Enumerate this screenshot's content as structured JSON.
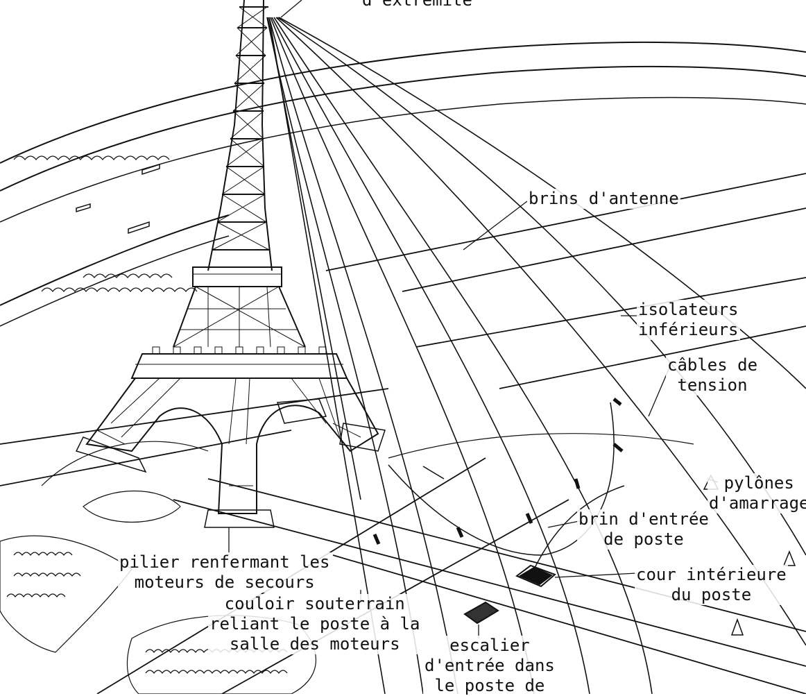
{
  "colors": {
    "ink": "#111111",
    "paper": "#ffffff"
  },
  "labels": {
    "top_cut": "d'extrémité",
    "brins_antenne": "brins d'antenne",
    "isolateurs_1": "isolateurs",
    "isolateurs_2": "inférieurs",
    "cables_1": "câbles de",
    "cables_2": "tension",
    "pylones_1": "pylônes",
    "pylones_2": "d'amarrage",
    "brin_entree_1": "brin d'entrée",
    "brin_entree_2": "de poste",
    "cour_1": "cour intérieure",
    "cour_2": "du poste",
    "pilier_1": "pilier renfermant les",
    "pilier_2": "moteurs de secours",
    "couloir_1": "couloir souterrain",
    "couloir_2": "reliant le poste à la",
    "couloir_3": "salle des moteurs",
    "escalier_1": "escalier",
    "escalier_2": "d'entrée dans",
    "escalier_3": "le poste de"
  }
}
